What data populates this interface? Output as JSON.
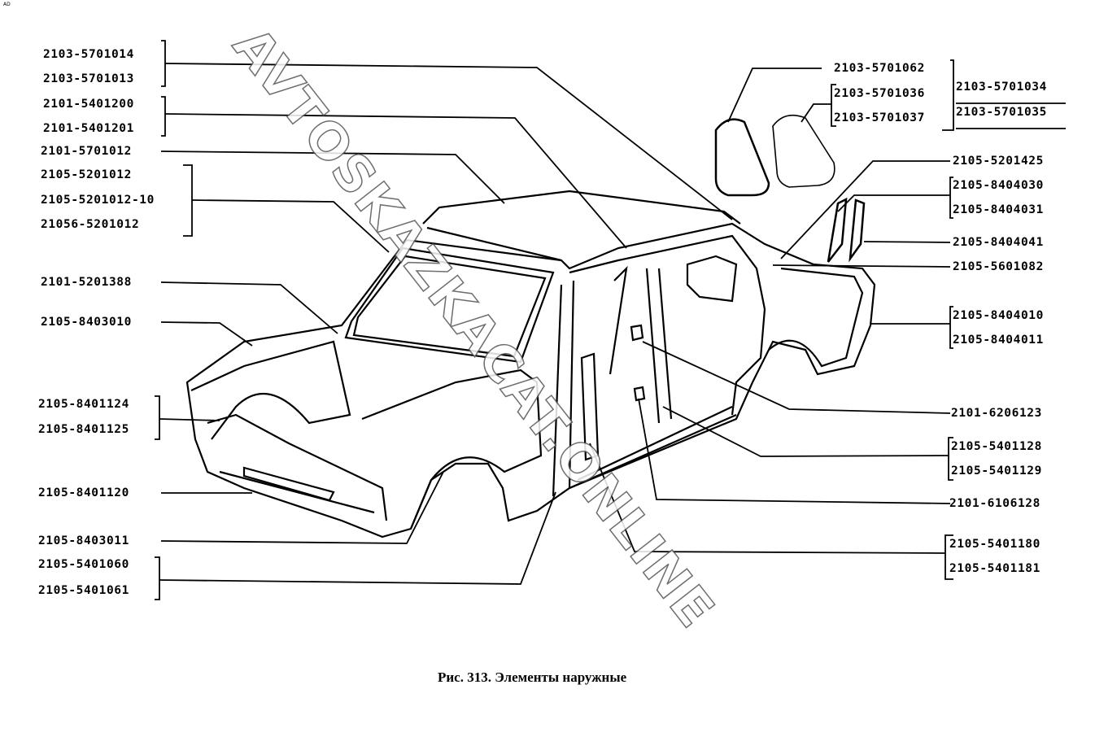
{
  "caption": "Рис. 313. Элементы наружные",
  "watermark": "AVTOSKAZKACAT.ONLINE",
  "corner_mark": "AD",
  "left_labels": [
    "2103-5701014",
    "2103-5701013",
    "2101-5401200",
    "2101-5401201",
    "2101-5701012",
    "2105-5201012",
    "2105-5201012-10",
    "21056-5201012",
    "2101-5201388",
    "2105-8403010",
    "2105-8401124",
    "2105-8401125",
    "2105-8401120",
    "2105-8403011",
    "2105-5401060",
    "2105-5401061"
  ],
  "top_labels": [
    "2103-5701062",
    "2103-5701036",
    "2103-5701037",
    "2103-5701034",
    "2103-5701035"
  ],
  "right_labels": [
    "2105-5201425",
    "2105-8404030",
    "2105-8404031",
    "2105-8404041",
    "2105-5601082",
    "2105-8404010",
    "2105-8404011",
    "2101-6206123",
    "2105-5401128",
    "2105-5401129",
    "2101-6106128",
    "2105-5401180",
    "2105-5401181"
  ]
}
